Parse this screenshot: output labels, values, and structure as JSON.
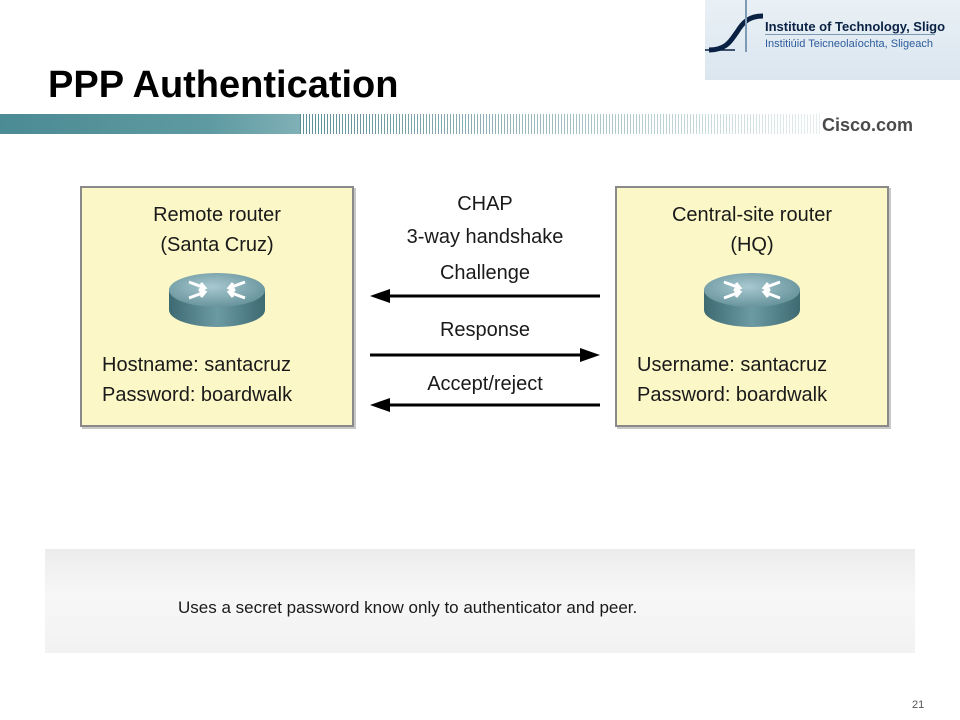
{
  "slide": {
    "title": "PPP Authentication",
    "page_number": "21",
    "caption": "Uses a secret password know only to authenticator and peer."
  },
  "header": {
    "logo": {
      "line1": "Institute of Technology, Sligo",
      "line2": "Institiúid Teicneolaíochta, Sligeach"
    },
    "cisco_brand": "Cisco.com",
    "band_color": "#4b8b93"
  },
  "diagram": {
    "box_fill": "#fbf7c6",
    "remote_router": {
      "name": "Remote router",
      "site": "(Santa Cruz)",
      "cred_label_1": "Hostname: santacruz",
      "cred_label_2": "Password: boardwalk",
      "icon": "router-icon"
    },
    "central_router": {
      "name": "Central-site router",
      "site": "(HQ)",
      "cred_label_1": "Username: santacruz",
      "cred_label_2": "Password: boardwalk",
      "icon": "router-icon"
    },
    "protocol": {
      "name": "CHAP",
      "subtitle": "3-way handshake"
    },
    "messages": [
      {
        "label": "Challenge",
        "direction": "to-remote"
      },
      {
        "label": "Response",
        "direction": "to-central"
      },
      {
        "label": "Accept/reject",
        "direction": "to-remote"
      }
    ]
  }
}
